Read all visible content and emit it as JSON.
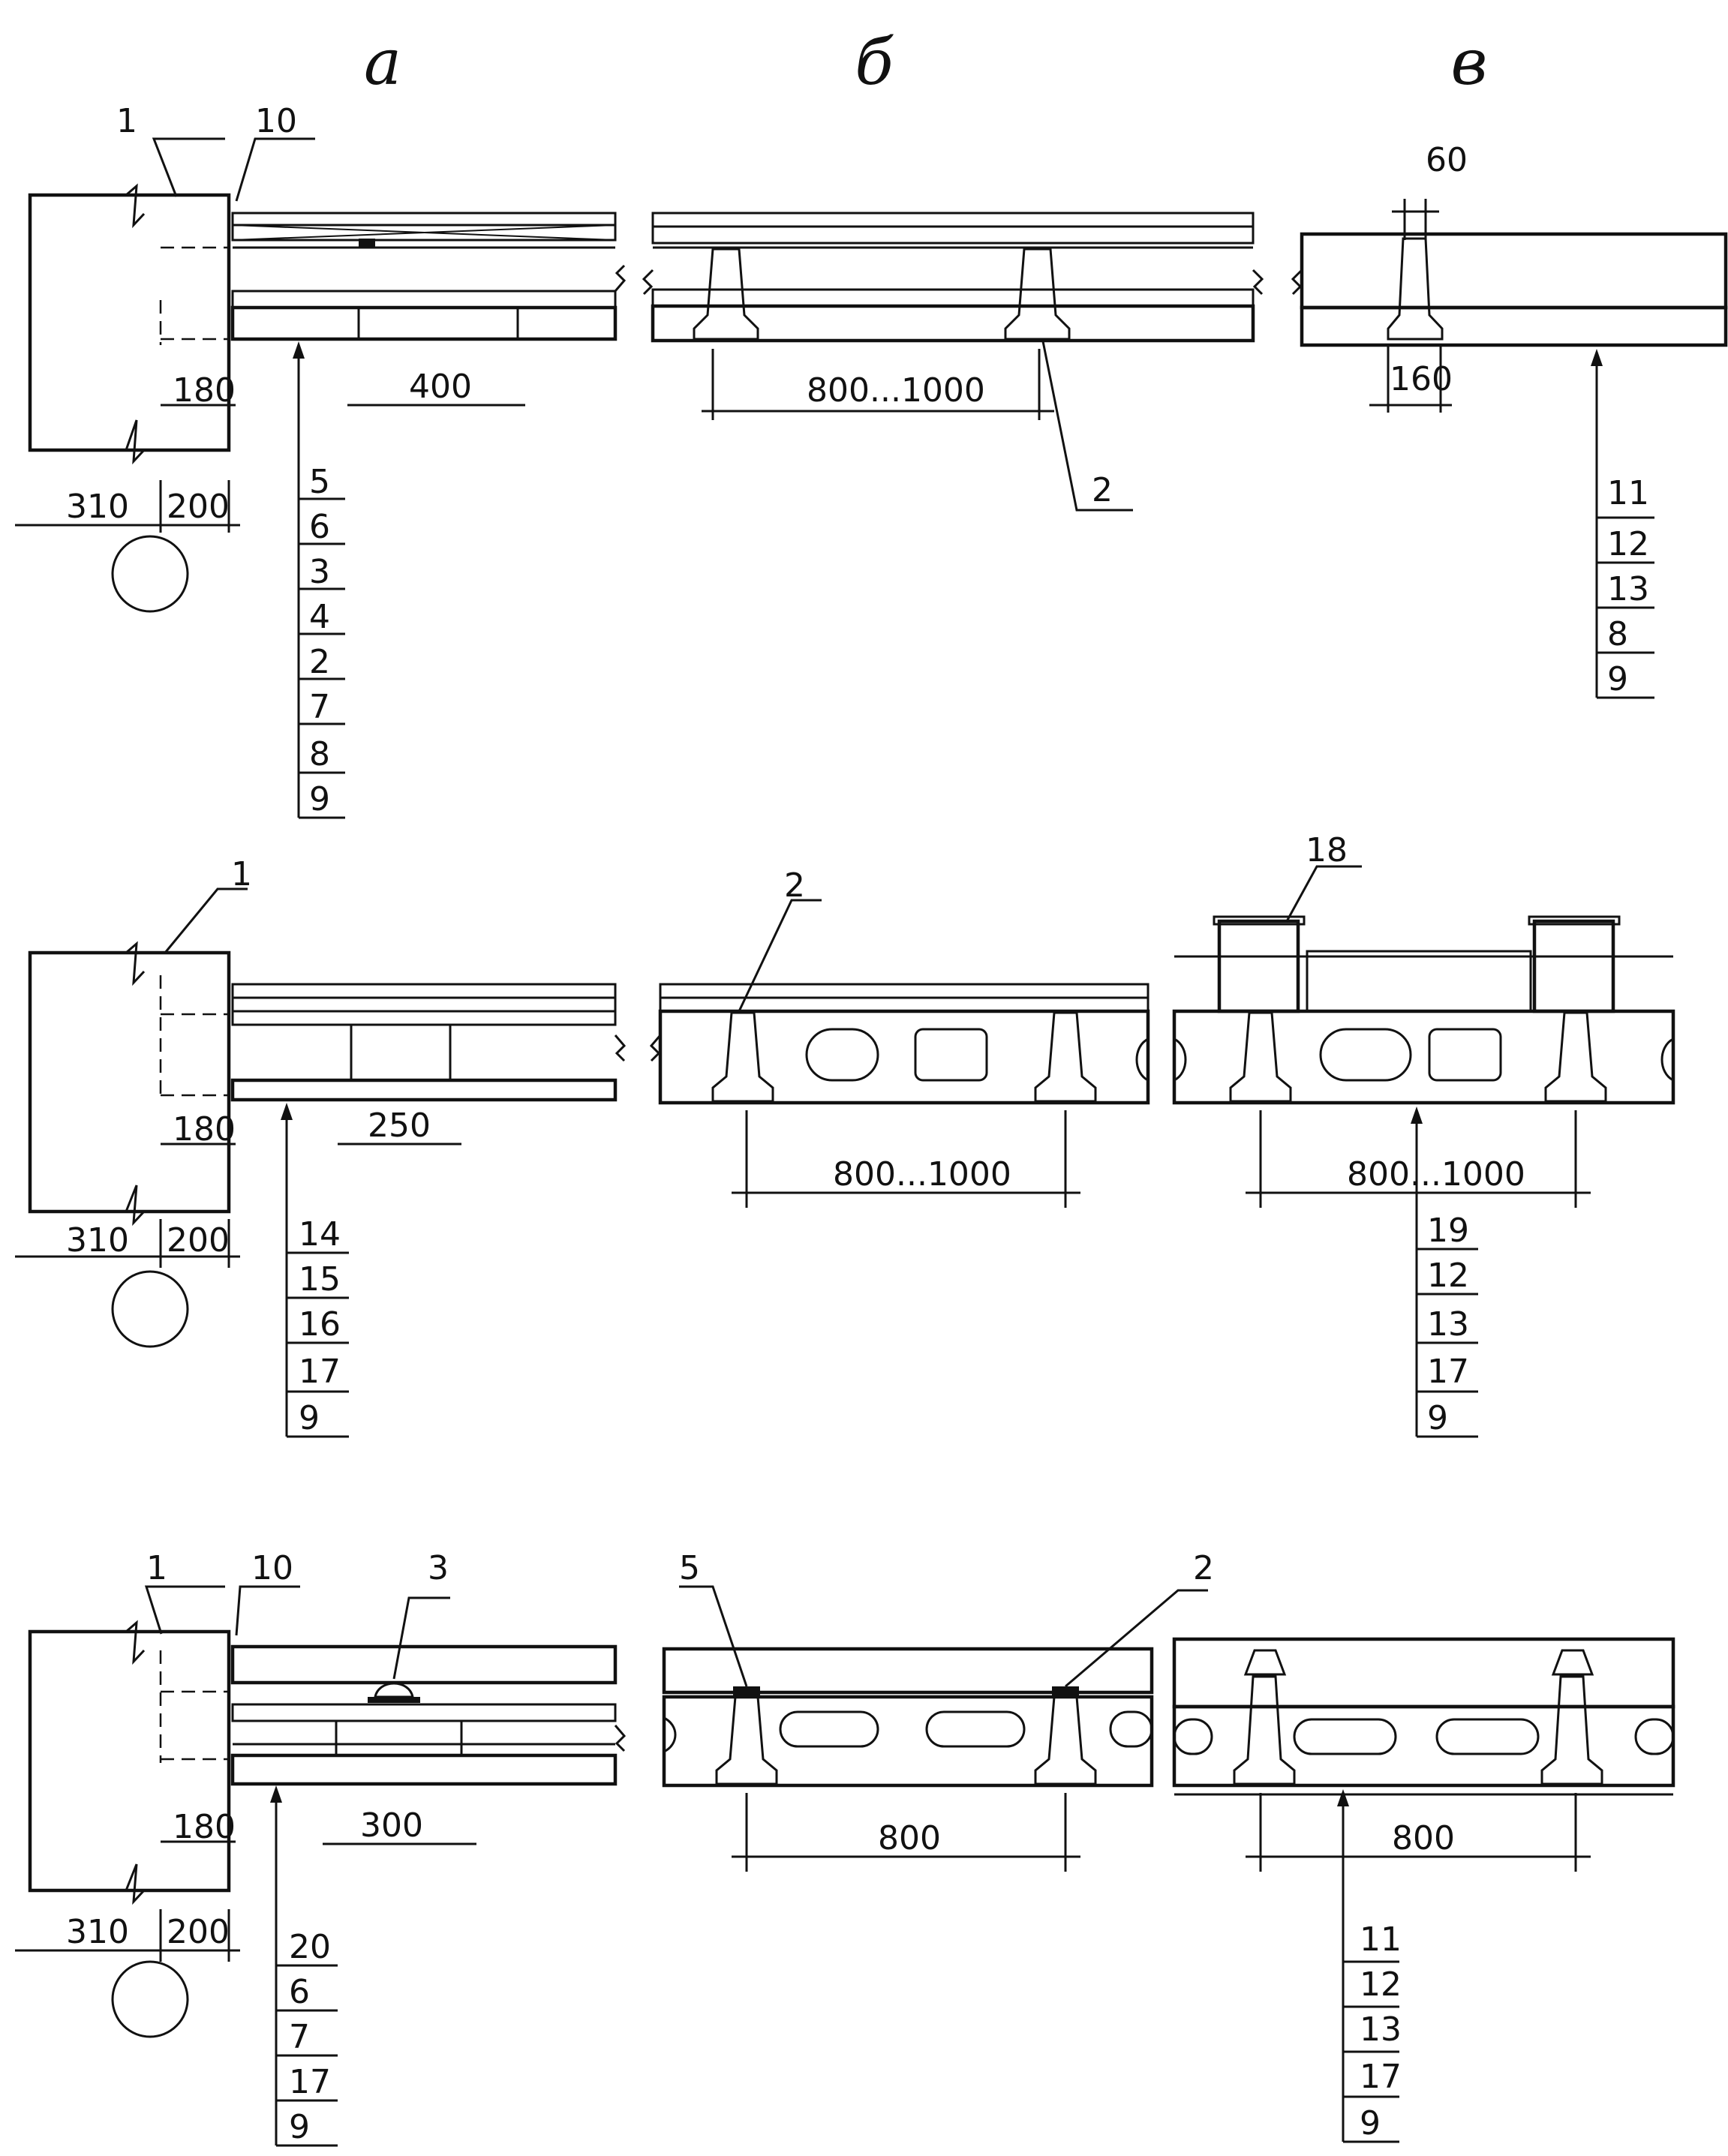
{
  "columns": [
    "а",
    "б",
    "в"
  ],
  "row1": {
    "left": {
      "callouts_top": [
        "1",
        "10"
      ],
      "dims": [
        "180",
        "310",
        "200",
        "400"
      ],
      "stack": [
        "5",
        "6",
        "3",
        "4",
        "2",
        "7",
        "8",
        "9"
      ]
    },
    "middle": {
      "dim": "800...1000",
      "callout": "2"
    },
    "right": {
      "dims": [
        "60",
        "160"
      ],
      "stack": [
        "11",
        "12",
        "13",
        "8",
        "9"
      ]
    }
  },
  "row2": {
    "left": {
      "callout_top": "1",
      "dims": [
        "180",
        "310",
        "200",
        "250"
      ],
      "stack": [
        "14",
        "15",
        "16",
        "17",
        "9"
      ]
    },
    "middle": {
      "dim": "800...1000",
      "callout": "2"
    },
    "right": {
      "callout": "18",
      "dim": "800...1000",
      "stack": [
        "19",
        "12",
        "13",
        "17",
        "9"
      ]
    }
  },
  "row3": {
    "left": {
      "callouts_top": [
        "1",
        "10",
        "3"
      ],
      "dims": [
        "180",
        "310",
        "200",
        "300"
      ],
      "stack": [
        "20",
        "6",
        "7",
        "17",
        "9"
      ]
    },
    "middle": {
      "dim": "800",
      "callouts": [
        "5",
        "2"
      ]
    },
    "right": {
      "dim": "800",
      "stack": [
        "11",
        "12",
        "13",
        "17",
        "9"
      ]
    }
  }
}
